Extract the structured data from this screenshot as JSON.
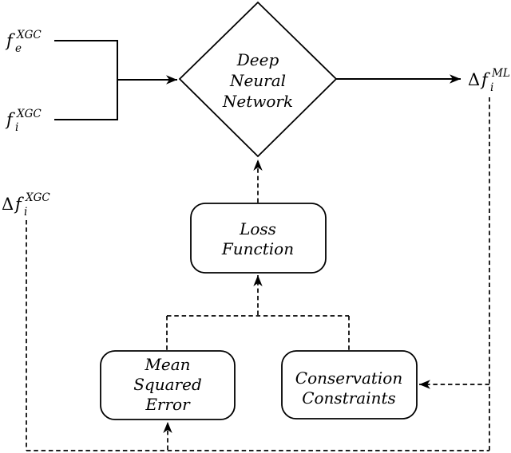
{
  "figure": {
    "type": "flow-diagram",
    "background": "#ffffff",
    "stroke_color": "#000000"
  },
  "nodes": {
    "dnn": {
      "shape": "diamond",
      "lines": [
        "Deep",
        "Neural",
        "Network"
      ]
    },
    "loss": {
      "shape": "rounded-rect",
      "lines": [
        "Loss",
        "Function"
      ]
    },
    "mse": {
      "shape": "rounded-rect",
      "lines": [
        "Mean",
        "Squared",
        "Error"
      ]
    },
    "conservation": {
      "shape": "rounded-rect",
      "lines": [
        "Conservation",
        "Constraints"
      ]
    }
  },
  "labels": {
    "input_electron": {
      "base": "f",
      "sub": "e",
      "sup": "XGC"
    },
    "input_ion": {
      "base": "f",
      "sub": "i",
      "sup": "XGC"
    },
    "prediction": {
      "prefix": "Δ",
      "base": "f",
      "sub": "i",
      "sup": "ML"
    },
    "ground_truth": {
      "prefix": "Δ",
      "base": "f",
      "sub": "i",
      "sup": "XGC"
    }
  }
}
